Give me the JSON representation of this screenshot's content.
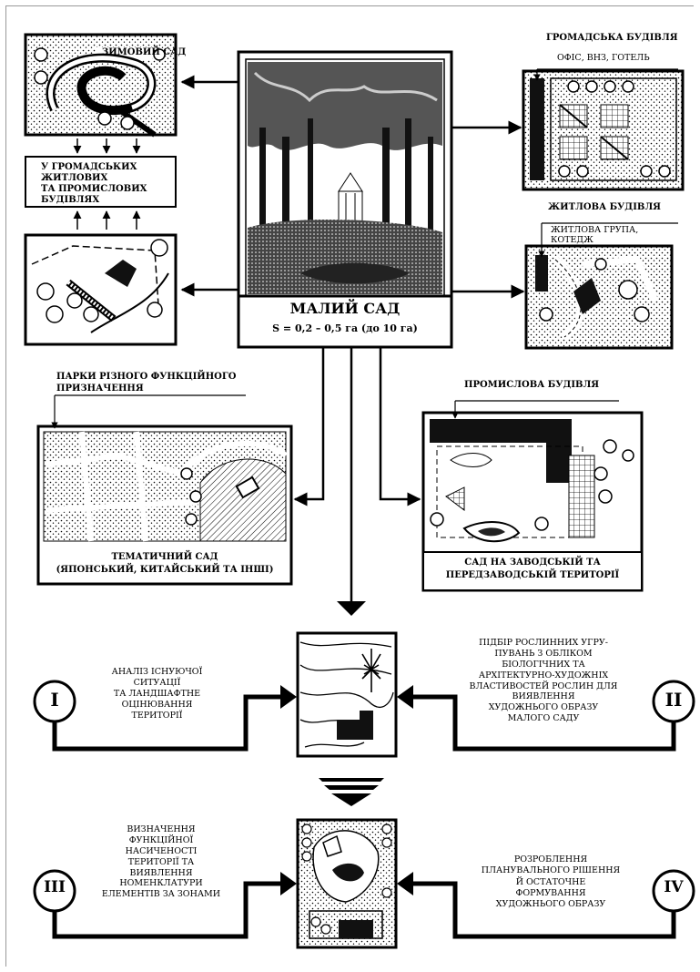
{
  "top": {
    "winter_garden": "ЗИМОВИЙ САД",
    "in_buildings": [
      "У ГРОМАДСЬКИХ",
      "ЖИТЛОВИХ",
      "ТА ПРОМИСЛОВИХ",
      "БУДІВЛЯХ"
    ],
    "public_building": "ГРОМАДСЬКА БУДІВЛЯ",
    "public_subtitle": "ОФІС, ВНЗ, ГОТЕЛЬ",
    "residential_building": "ЖИТЛОВА БУДІВЛЯ",
    "residential_subtitle": [
      "ЖИТЛОВА ГРУПА,",
      "КОТЕДЖ"
    ],
    "center_title": "МАЛИЙ САД",
    "center_area": "S = 0,2 – 0,5 га (до 10 га)"
  },
  "middle": {
    "parks": [
      "ПАРКИ РІЗНОГО ФУНКЦІЙНОГО",
      "ПРИЗНАЧЕННЯ"
    ],
    "industrial_building": "ПРОМИСЛОВА БУДІВЛЯ",
    "thematic_garden": [
      "ТЕМАТИЧНИЙ САД",
      "(ЯПОНСЬКИЙ, КИТАЙСЬКИЙ ТА ІНШІ)"
    ],
    "factory_garden": [
      "САД НА ЗАВОДСЬКІЙ ТА",
      "ПЕРЕДЗАВОДСЬКІЙ ТЕРИТОРІЇ"
    ]
  },
  "steps": [
    {
      "numeral": "I",
      "text": [
        "АНАЛІЗ ІСНУЮЧОЇ",
        "СИТУАЦІЇ",
        "ТА ЛАНДШАФТНЕ",
        "ОЦІНЮВАННЯ",
        "ТЕРИТОРІЇ"
      ]
    },
    {
      "numeral": "II",
      "text": [
        "ПІДБІР РОСЛИННИХ УГРУ-",
        "ПУВАНЬ З ОБЛІКОМ",
        "БІОЛОГІЧНИХ ТА",
        "АРХІТЕКТУРНО-ХУДОЖНІХ",
        "ВЛАСТИВОСТЕЙ РОСЛИН ДЛЯ",
        "ВИЯВЛЕННЯ",
        "ХУДОЖНЬОГО ОБРАЗУ",
        "МАЛОГО САДУ"
      ]
    },
    {
      "numeral": "III",
      "text": [
        "ВИЗНАЧЕННЯ",
        "ФУНКЦІЙНОЇ",
        "НАСИЧЕНОСТІ",
        "ТЕРИТОРІЇ ТА",
        "ВИЯВЛЕННЯ",
        "НОМЕНКЛАТУРИ",
        "ЕЛЕМЕНТІВ ЗА ЗОНАМИ"
      ]
    },
    {
      "numeral": "IV",
      "text": [
        "РОЗРОБЛЕННЯ",
        "ПЛАНУВАЛЬНОГО РІШЕННЯ",
        "Й ОСТАТОЧНЕ",
        "ФОРМУВАННЯ",
        "ХУДОЖНЬОГО ОБРАЗУ"
      ]
    }
  ]
}
